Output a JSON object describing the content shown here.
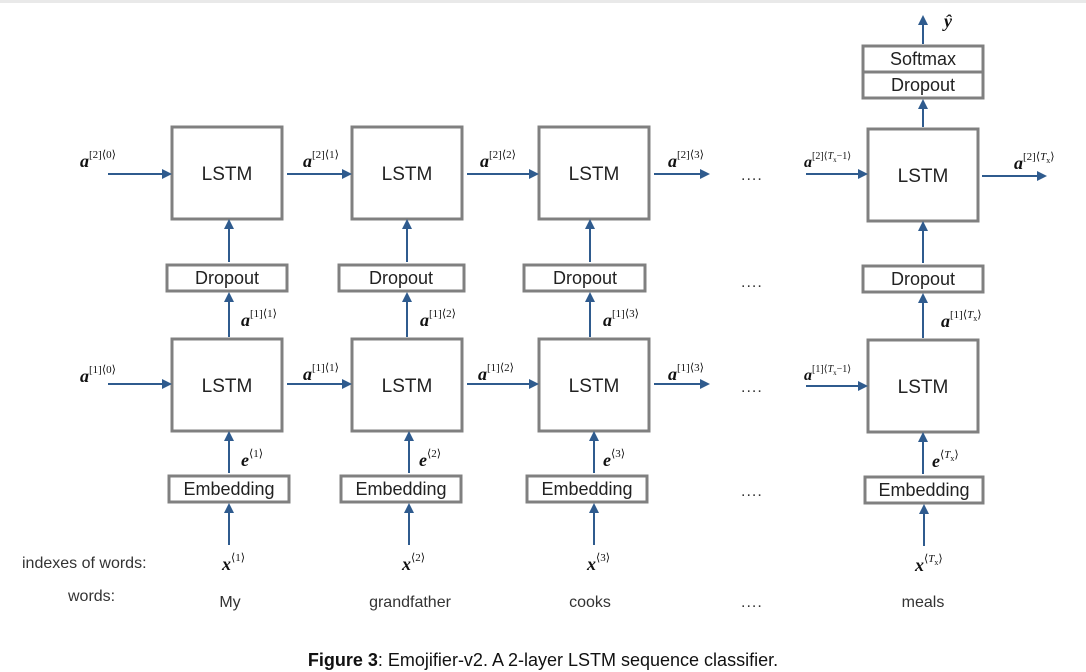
{
  "labels": {
    "lstm": "LSTM",
    "dropout": "Dropout",
    "embedding": "Embedding",
    "softmax": "Softmax",
    "output": "ŷ",
    "dots": "....",
    "indexes_label": "indexes of words:",
    "words_label": "words:"
  },
  "words": [
    "My",
    "grandfather",
    "cooks",
    "meals"
  ],
  "caption": {
    "bold": "Figure 3",
    "text": ": Emojifier-v2. A 2-layer LSTM sequence classifier."
  },
  "arrow_color": "#2f5b8e",
  "box_color": "#808080"
}
